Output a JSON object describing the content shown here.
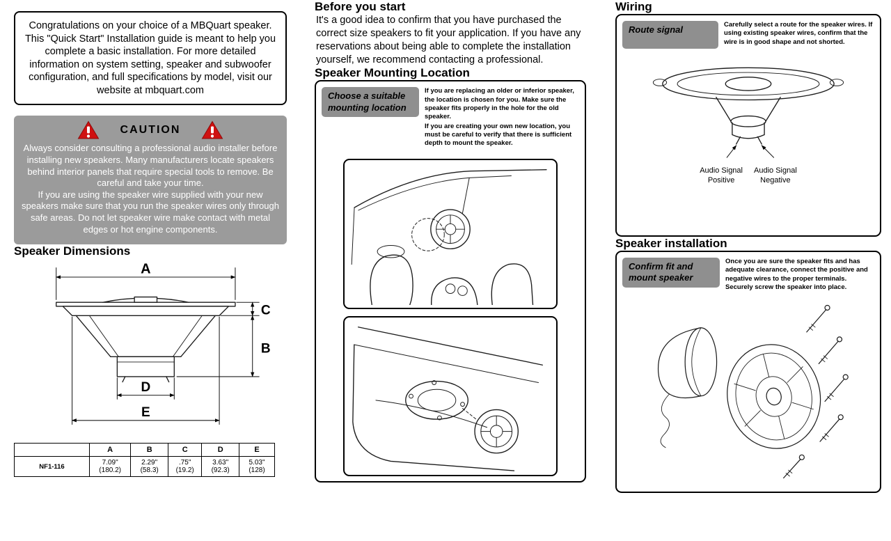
{
  "intro": {
    "text": "Congratulations on your choice of a MBQuart speaker. This \"Quick Start\" Installation guide is meant to help you complete a basic installation. For more detailed information on system setting, speaker and subwoofer configuration, and full specifications by model, visit our website at mbquart.com"
  },
  "caution": {
    "title": "CAUTION",
    "para1": "Always consider consulting a professional audio installer before installing new speakers. Many manufacturers locate speakers behind interior panels that require special tools to remove. Be careful and take your time.",
    "para2": "If you are using the speaker wire supplied with your new speakers make sure that you run the speaker wires only through safe areas. Do not let speaker wire make contact with metal edges or hot engine components."
  },
  "dimensions": {
    "title": "Speaker Dimensions",
    "labels": [
      "A",
      "B",
      "C",
      "D",
      "E"
    ],
    "table": {
      "headers": [
        "A",
        "B",
        "C",
        "D",
        "E"
      ],
      "row": {
        "model": "NF1-116",
        "values": [
          "7.09\"(180.2)",
          "2.29\"(58.3)",
          ".75\"(19.2)",
          "3.63\"(92.3)",
          "5.03\"(128)"
        ]
      }
    }
  },
  "before": {
    "title": "Before you start",
    "body": "It's a good idea to confirm that you have purchased the correct size speakers to fit your application. If you have any reservations about being able to complete the installation yourself, we recommend contacting a professional."
  },
  "mounting": {
    "title": "Speaker Mounting Location",
    "tag": "Choose a suitable mounting location",
    "para1": "If you are replacing an older or inferior speaker, the location is chosen for you. Make sure the speaker fits properly in the hole for the old speaker.",
    "para2": "If you are creating your own new location, you must be careful to verify that there is sufficient depth to mount the speaker."
  },
  "wiring": {
    "title": "Wiring",
    "tag": "Route signal",
    "body": "Carefully select a route for the speaker wires. If using existing speaker wires, confirm that the wire is in good shape and not shorted.",
    "positive": "Audio Signal\nPositive",
    "negative": "Audio Signal\nNegative"
  },
  "install": {
    "title": "Speaker installation",
    "tag": "Confirm fit and mount speaker",
    "body": "Once you are sure the speaker fits and has adequate clearance, connect the positive and negative wires to the proper terminals. Securely screw the speaker into place."
  }
}
